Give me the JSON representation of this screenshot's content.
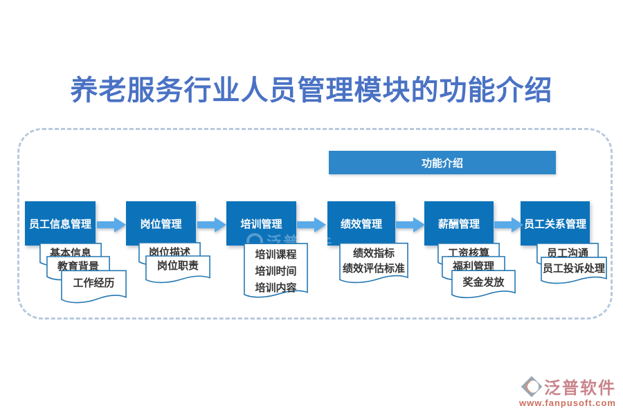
{
  "title": "养老服务行业人员管理模块的功能介绍",
  "banner": {
    "label": "功能介绍"
  },
  "modules": [
    {
      "label": "员工信息管理",
      "docs": [
        {
          "lines": [
            "基本信息"
          ]
        },
        {
          "lines": [
            "教育背景"
          ]
        },
        {
          "lines": [
            "工作经历"
          ]
        }
      ]
    },
    {
      "label": "岗位管理",
      "docs": [
        {
          "lines": [
            "岗位描述"
          ]
        },
        {
          "lines": [
            "岗位职责"
          ]
        }
      ]
    },
    {
      "label": "培训管理",
      "docs": [
        {
          "lines": [
            "培训课程",
            "培训时间",
            "培训内容"
          ]
        }
      ]
    },
    {
      "label": "绩效管理",
      "docs": [
        {
          "lines": [
            "绩效指标",
            "绩效评估标准"
          ]
        }
      ]
    },
    {
      "label": "薪酬管理",
      "docs": [
        {
          "lines": [
            "工资核算"
          ]
        },
        {
          "lines": [
            "福利管理"
          ]
        },
        {
          "lines": [
            "奖金发放"
          ]
        }
      ]
    },
    {
      "label": "员工关系管理",
      "docs": [
        {
          "lines": [
            "员工沟通"
          ]
        },
        {
          "lines": [
            "员工投诉处理"
          ]
        }
      ]
    }
  ],
  "watermark": {
    "text": "泛普软件"
  },
  "footer": {
    "brand": "泛普软件",
    "url": "www.fanpusoft.com"
  },
  "colors": {
    "title_text": "#4a72c4",
    "module_box": "#0c72ba",
    "banner_bar": "#2e87c8",
    "arrow": "#58aae8",
    "doc_border": "#2478b2",
    "doc_text": "#333333",
    "frame_dash": "#b7c9dd",
    "brand_text": "#c9858c",
    "brand_url": "#cd6f60",
    "brand_mark_gray": "#9aa6b4",
    "brand_mark_orange": "#dd7f5f"
  }
}
